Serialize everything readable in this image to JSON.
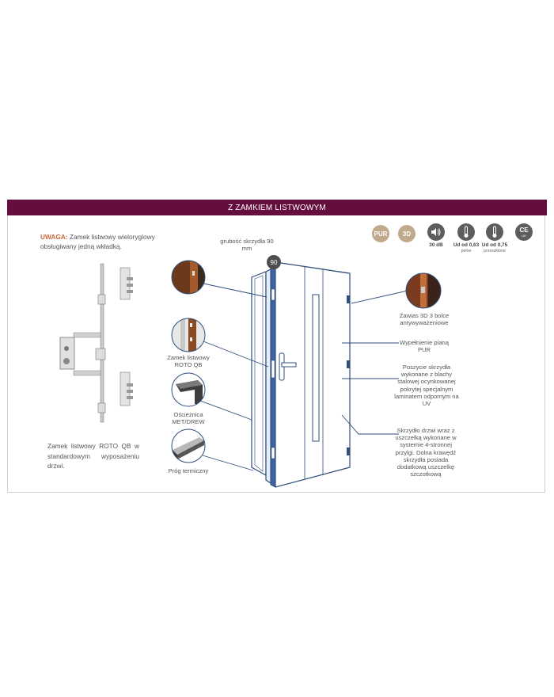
{
  "header": {
    "title": "Z ZAMKIEM LISTWOWYM"
  },
  "note": {
    "warning": "UWAGA:",
    "text": " Zamek listwowy wieloryglowy obsługiwany jedną wkładką."
  },
  "lock_caption": "Zamek listwowy ROTO QB w standardowym wyposażeniu drzwi.",
  "features": {
    "pur": "PUR",
    "three_d": "3D",
    "sound": "30 dB",
    "ud_full": "Ud od 0,63",
    "ud_full_sub": "pełne",
    "ud_glazed": "Ud od 0,75",
    "ud_glazed_sub": "przeszklone",
    "ce_mark": "CE",
    "ce_sub": "UK"
  },
  "thickness": {
    "label": "grubość skrzydła 90 mm",
    "value": "90"
  },
  "left_callouts": {
    "lock": "Zamek listwowy ROTO QB",
    "frame": "Ościeżnica MET/DREW",
    "threshold": "Próg termiczny"
  },
  "right_callouts": {
    "hinge": "Zawias 3D 3 bolce antywyważeniowe",
    "filling": "Wypełnienie pianą PUR",
    "sheathing": "Poszycie skrzydła wykonane z blachy stalowej ocynkowanej pokrytej specjalnym laminatem odpornym na UV",
    "seal": "Skrzydło drzwi wraz z uszczelką wykonane w systemie 4-stronnej przylgi. Dolna krawędź skrzydła posiada dodatkową uszczelkę szczotkową"
  },
  "colors": {
    "banner": "#650d3c",
    "warning": "#c9663a",
    "badge": "#c1a98c",
    "icon": "#5d5d5d",
    "line": "#2f4d7a"
  }
}
